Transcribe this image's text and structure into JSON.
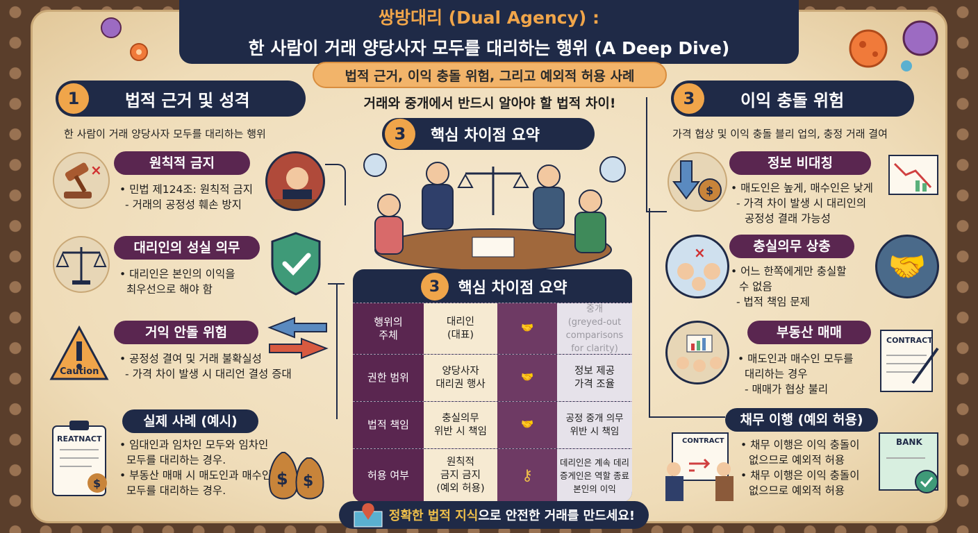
{
  "title": {
    "line1": "쌍방대리 (Dual Agency) :",
    "line2": "한 사람이 거래 양당사자 모두를 대리하는 행위 (A Deep Dive)"
  },
  "subtitle": "법적 근거, 이익 충돌 위험, 그리고 예외적 허용 사례",
  "tagline": "거래와 중개에서 반드시 알아야 할 법적 차이!",
  "left_section": {
    "badge": "1",
    "heading": "법적 근거 및 성격",
    "description": "한 사람이 거래 양당사자 모두를 대리하는 행위",
    "items": [
      {
        "label": "원칙적 금지",
        "bullets": [
          "• 민법 제124조: 원칙적 금지",
          "- 거래의 공정성 훼손 방지"
        ]
      },
      {
        "label": "대리인의 성실 의무",
        "bullets": [
          "• 대리인은 본인의 이익을",
          "최우선으로 해야 함"
        ]
      },
      {
        "label": "거익 안돌 위험",
        "bullets": [
          "• 공정성 결여 및 거래 불확실성",
          "- 가격 차이 발생 시 대리언 결성 증대"
        ]
      },
      {
        "label": "실제 사례 (예시)",
        "bullets": [
          "• 임대인과 임차인 모두와 임차인",
          "모두를 대리하는 경우.",
          "• 부동산 매매 시 매도인과 매수인",
          "모두를 대리하는 경우."
        ]
      }
    ],
    "caution_label": "Caution",
    "doc_label": "REATNACT"
  },
  "center": {
    "badge": "3",
    "heading": "핵심 차이점 요약",
    "table_badge": "3",
    "table_heading": "핵심 차이점 요약",
    "rows": [
      {
        "label": "행위의\n주체",
        "agent": "대리인\n(대표)",
        "broker": "중개\n(greyed-out\ncomparisons\nfor clarity)"
      },
      {
        "label": "권한 범위",
        "agent": "양당사자\n대리권 행사",
        "broker": "정보 제공\n가격 조율"
      },
      {
        "label": "법적 책임",
        "agent": "충실의무\n위반 시 책임",
        "broker": "공정 중개 의무\n위반 시 책임"
      },
      {
        "label": "허용 여부",
        "agent": "원칙적\n금지 금지\n(예외 허용)",
        "broker": "데리인은 계속 데리\n증게인은 역할 종료\n본인의 이익"
      }
    ]
  },
  "right_section": {
    "badge": "3",
    "heading": "이익 충돌 위험",
    "description": "가격 협상 및 이익 충돌 블리 업의, 충정 거래 결여",
    "items": [
      {
        "label": "정보 비대칭",
        "bullets": [
          "• 매도인은 높게, 매수인은 낮게",
          "- 가격 차이 발생 시 대리인의",
          "공정성 결래 가능성"
        ]
      },
      {
        "label": "충실의무 상충",
        "bullets": [
          "• 어느 한쪽에게만 충실할",
          "수 없음",
          "- 법적 책임 문제"
        ]
      },
      {
        "label": "부동산 매매",
        "bullets": [
          "• 매도인과 매수인 모두를",
          "대리하는 경우",
          "- 매매가 협상 불리"
        ]
      },
      {
        "label": "채무 이행 (예외 허용)",
        "bullets": [
          "• 채무 이행은 이익 충돌이",
          "없으므로 예외적 허용",
          "• 채무 이행은 이익 충돌이",
          "없으므로 예외적 허용"
        ]
      }
    ],
    "contract_label": "CONTRACT",
    "contract_label_2": "CONTRACT",
    "bank_label": "BANK"
  },
  "footer": {
    "highlight": "정확한 법적 지식",
    "rest": "으로 안전한 거래를 만드세요!"
  },
  "colors": {
    "navy": "#1f2a47",
    "plum": "#5a2650",
    "orange": "#f0a54a",
    "parchment": "#f6ead2"
  }
}
